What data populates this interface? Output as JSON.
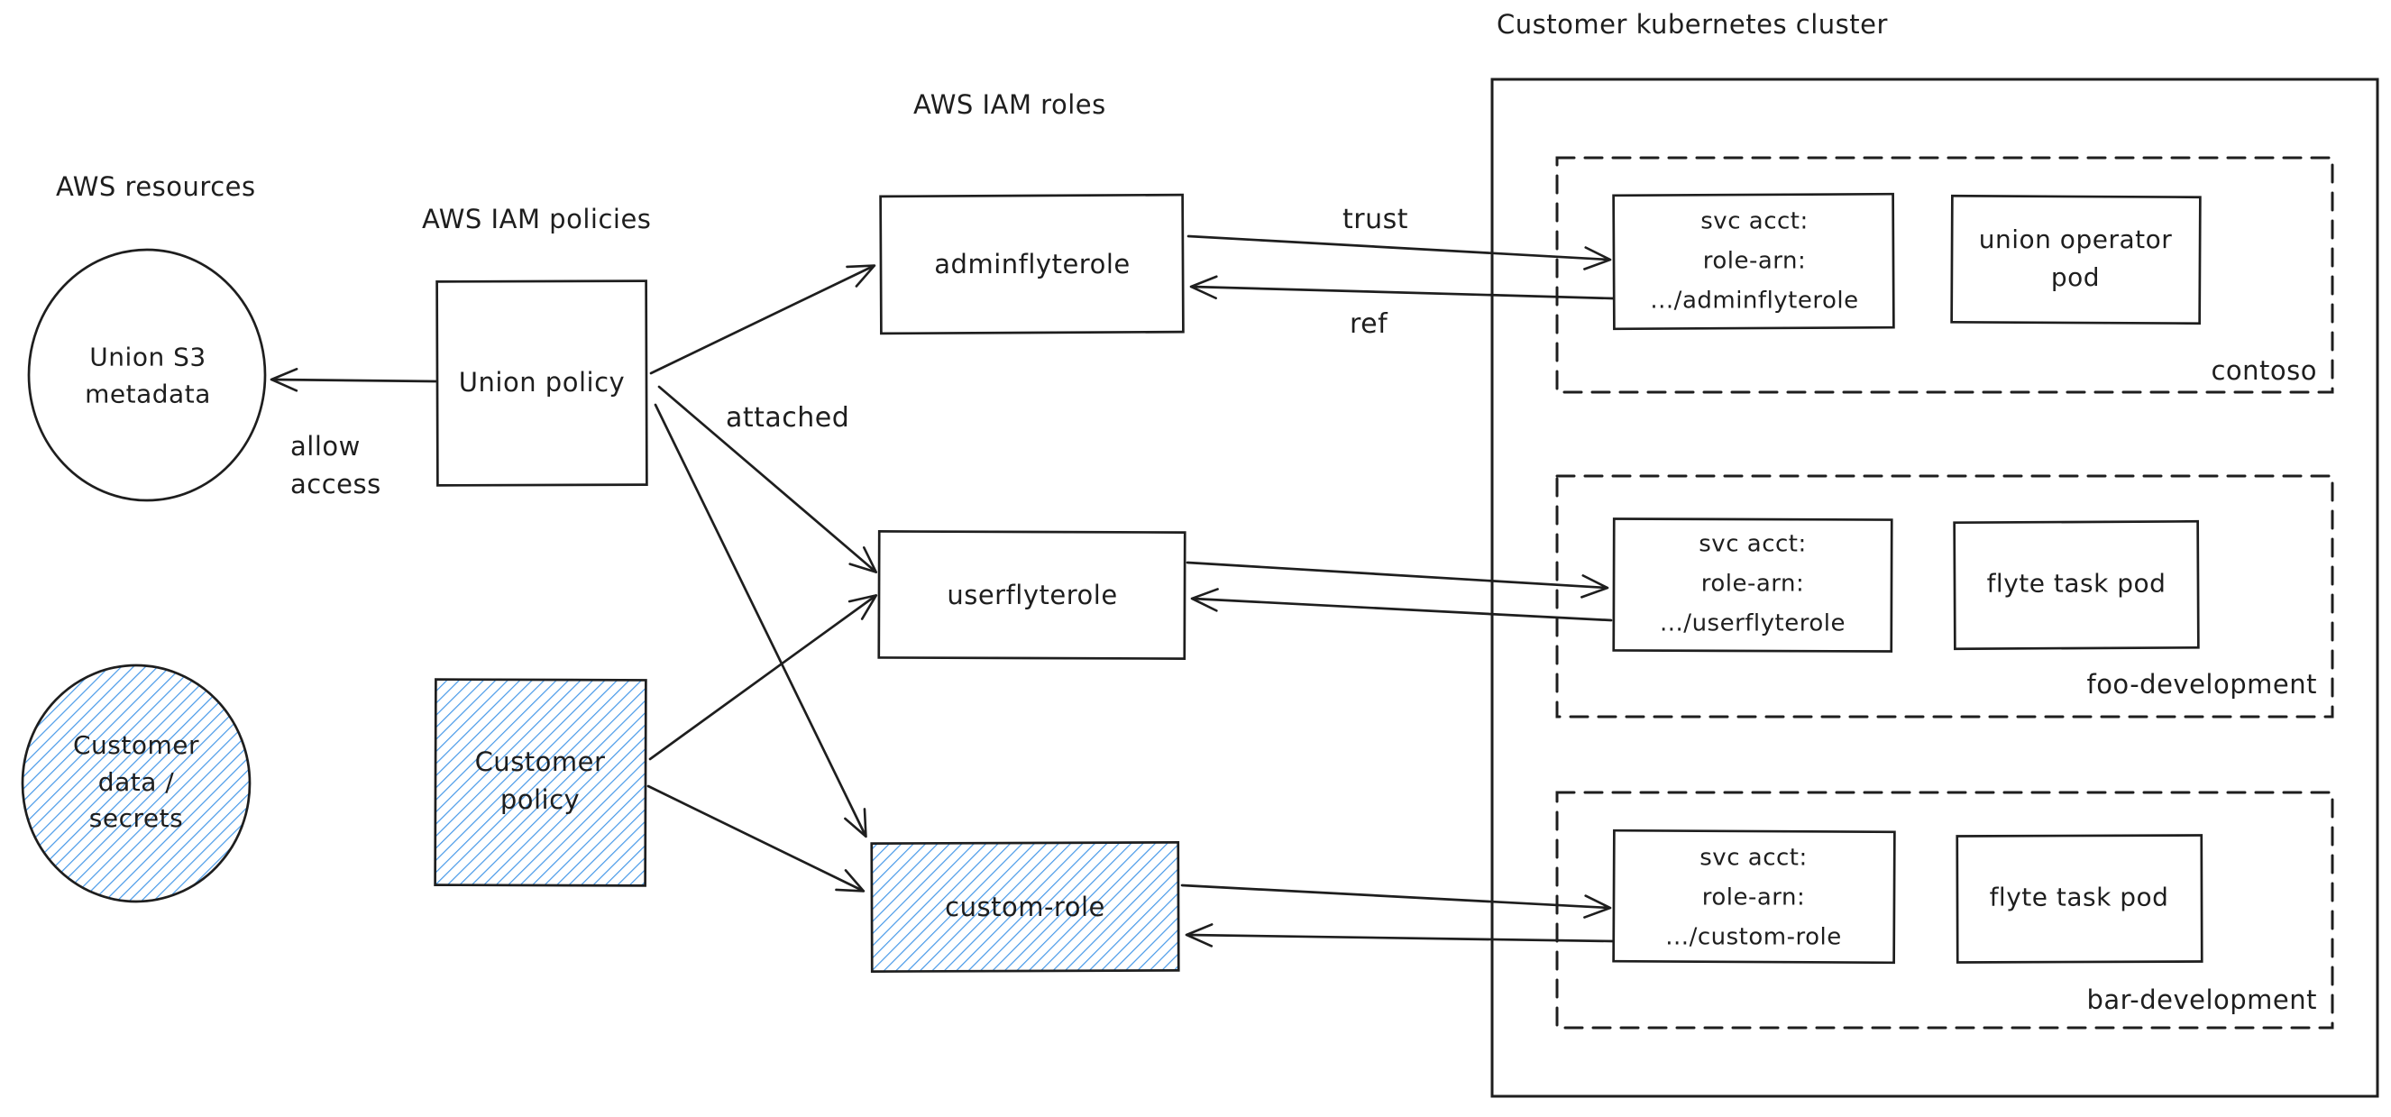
{
  "labels": {
    "aws_resources": "AWS resources",
    "aws_iam_policies": "AWS IAM policies",
    "aws_iam_roles": "AWS IAM roles",
    "allow_access": "allow\naccess",
    "attached": "attached",
    "trust": "trust",
    "ref": "ref"
  },
  "nodes": {
    "union_s3": "Union S3\nmetadata",
    "customer_data": "Customer\ndata /\nsecrets",
    "union_policy": "Union policy",
    "customer_policy": "Customer\npolicy",
    "admin_role": "adminflyterole",
    "user_role": "userflyterole",
    "custom_role": "custom-role"
  },
  "cluster": {
    "title": "Customer kubernetes cluster",
    "namespaces": [
      {
        "name": "contoso",
        "svc_account": "svc acct:\nrole-arn:\n.../adminflyterole",
        "pod": "union operator\npod"
      },
      {
        "name": "foo-development",
        "svc_account": "svc acct:\nrole-arn:\n.../userflyterole",
        "pod": "flyte task pod"
      },
      {
        "name": "bar-development",
        "svc_account": "svc acct:\nrole-arn:\n.../custom-role",
        "pod": "flyte task pod"
      }
    ]
  },
  "colors": {
    "ink": "#1e1e1e",
    "hachure_blue": "#4799e8"
  }
}
